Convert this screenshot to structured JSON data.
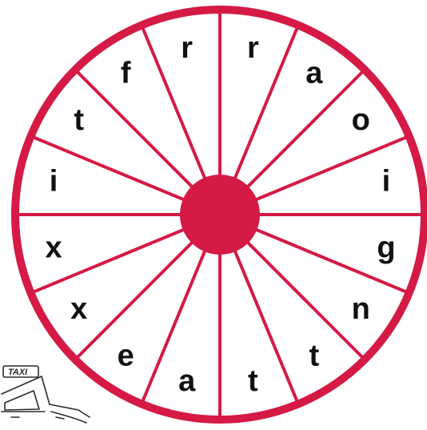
{
  "wheel": {
    "rim_color": "#d41a45",
    "hub_color": "#d41a45",
    "background_color": "#ffffff",
    "letter_color": "#111111",
    "letters": [
      "r",
      "a",
      "o",
      "i",
      "g",
      "n",
      "t",
      "t",
      "a",
      "e",
      "x",
      "x",
      "i",
      "t",
      "f",
      "r"
    ]
  },
  "taxi": {
    "icon": "taxi-icon",
    "sign_text": "TAXI"
  }
}
